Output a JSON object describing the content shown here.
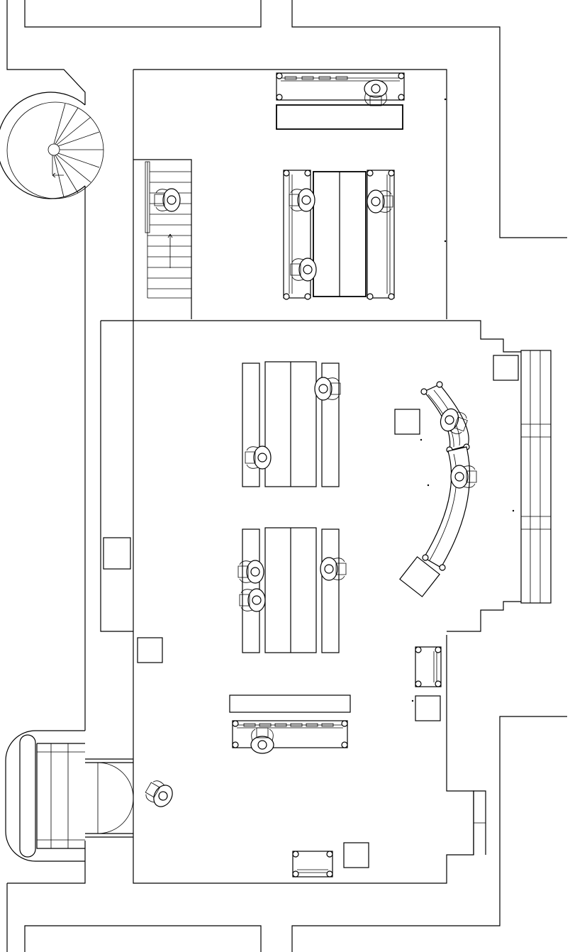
{
  "drawing": {
    "kind": "architectural floor plan",
    "line_color": "#000000",
    "background_color": "#ffffff"
  },
  "elements": {
    "spiral_staircase": "spiral-staircase",
    "straight_staircase": "straight-staircase",
    "exterior_stair": "exterior-stair",
    "double_door": "double-door",
    "side_stair": "side-stair",
    "benches": 9,
    "tables": 3,
    "people": 14,
    "display_plinths": 8
  }
}
